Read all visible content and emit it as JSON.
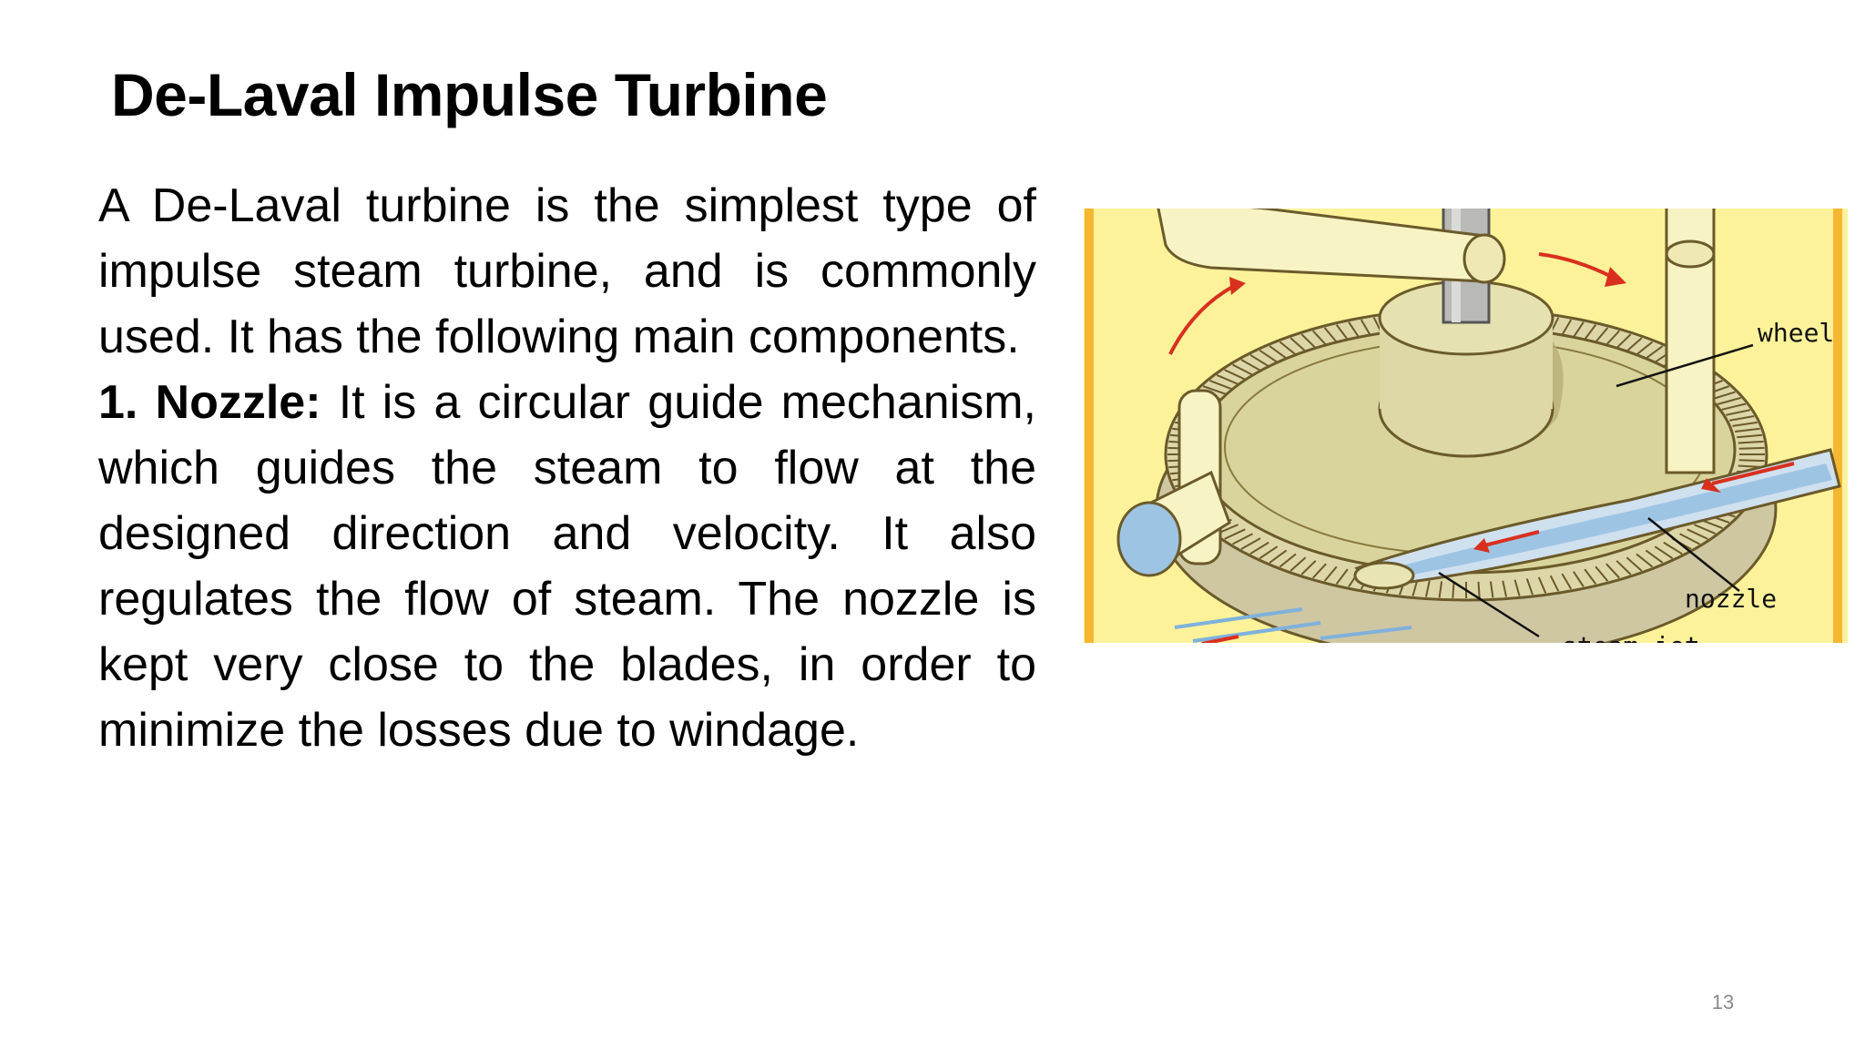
{
  "slide": {
    "title": "De-Laval Impulse Turbine",
    "intro": "A De-Laval turbine is  the simplest type of impulse steam turbine, and is commonly used. It has the following main components.",
    "nozzle_heading": "1. Nozzle:",
    "nozzle_text": " It is a circular guide mechanism, which guides the steam to flow at the designed direction and velocity. It also regulates the flow of steam. The nozzle is kept very close to the blades, in order to minimize the losses due to windage.",
    "page_number": "13"
  },
  "figure": {
    "labels": {
      "wheel": "wheel",
      "nozzle": "nozzle",
      "steam_jet": "steam jet"
    },
    "colors": {
      "background": "#fdf29a",
      "border": "#f5b731",
      "wheel_fill": "#d9d49c",
      "steam": "#a9cbe8",
      "arrow": "#d9301e",
      "pipe": "#f8f3c4"
    }
  }
}
